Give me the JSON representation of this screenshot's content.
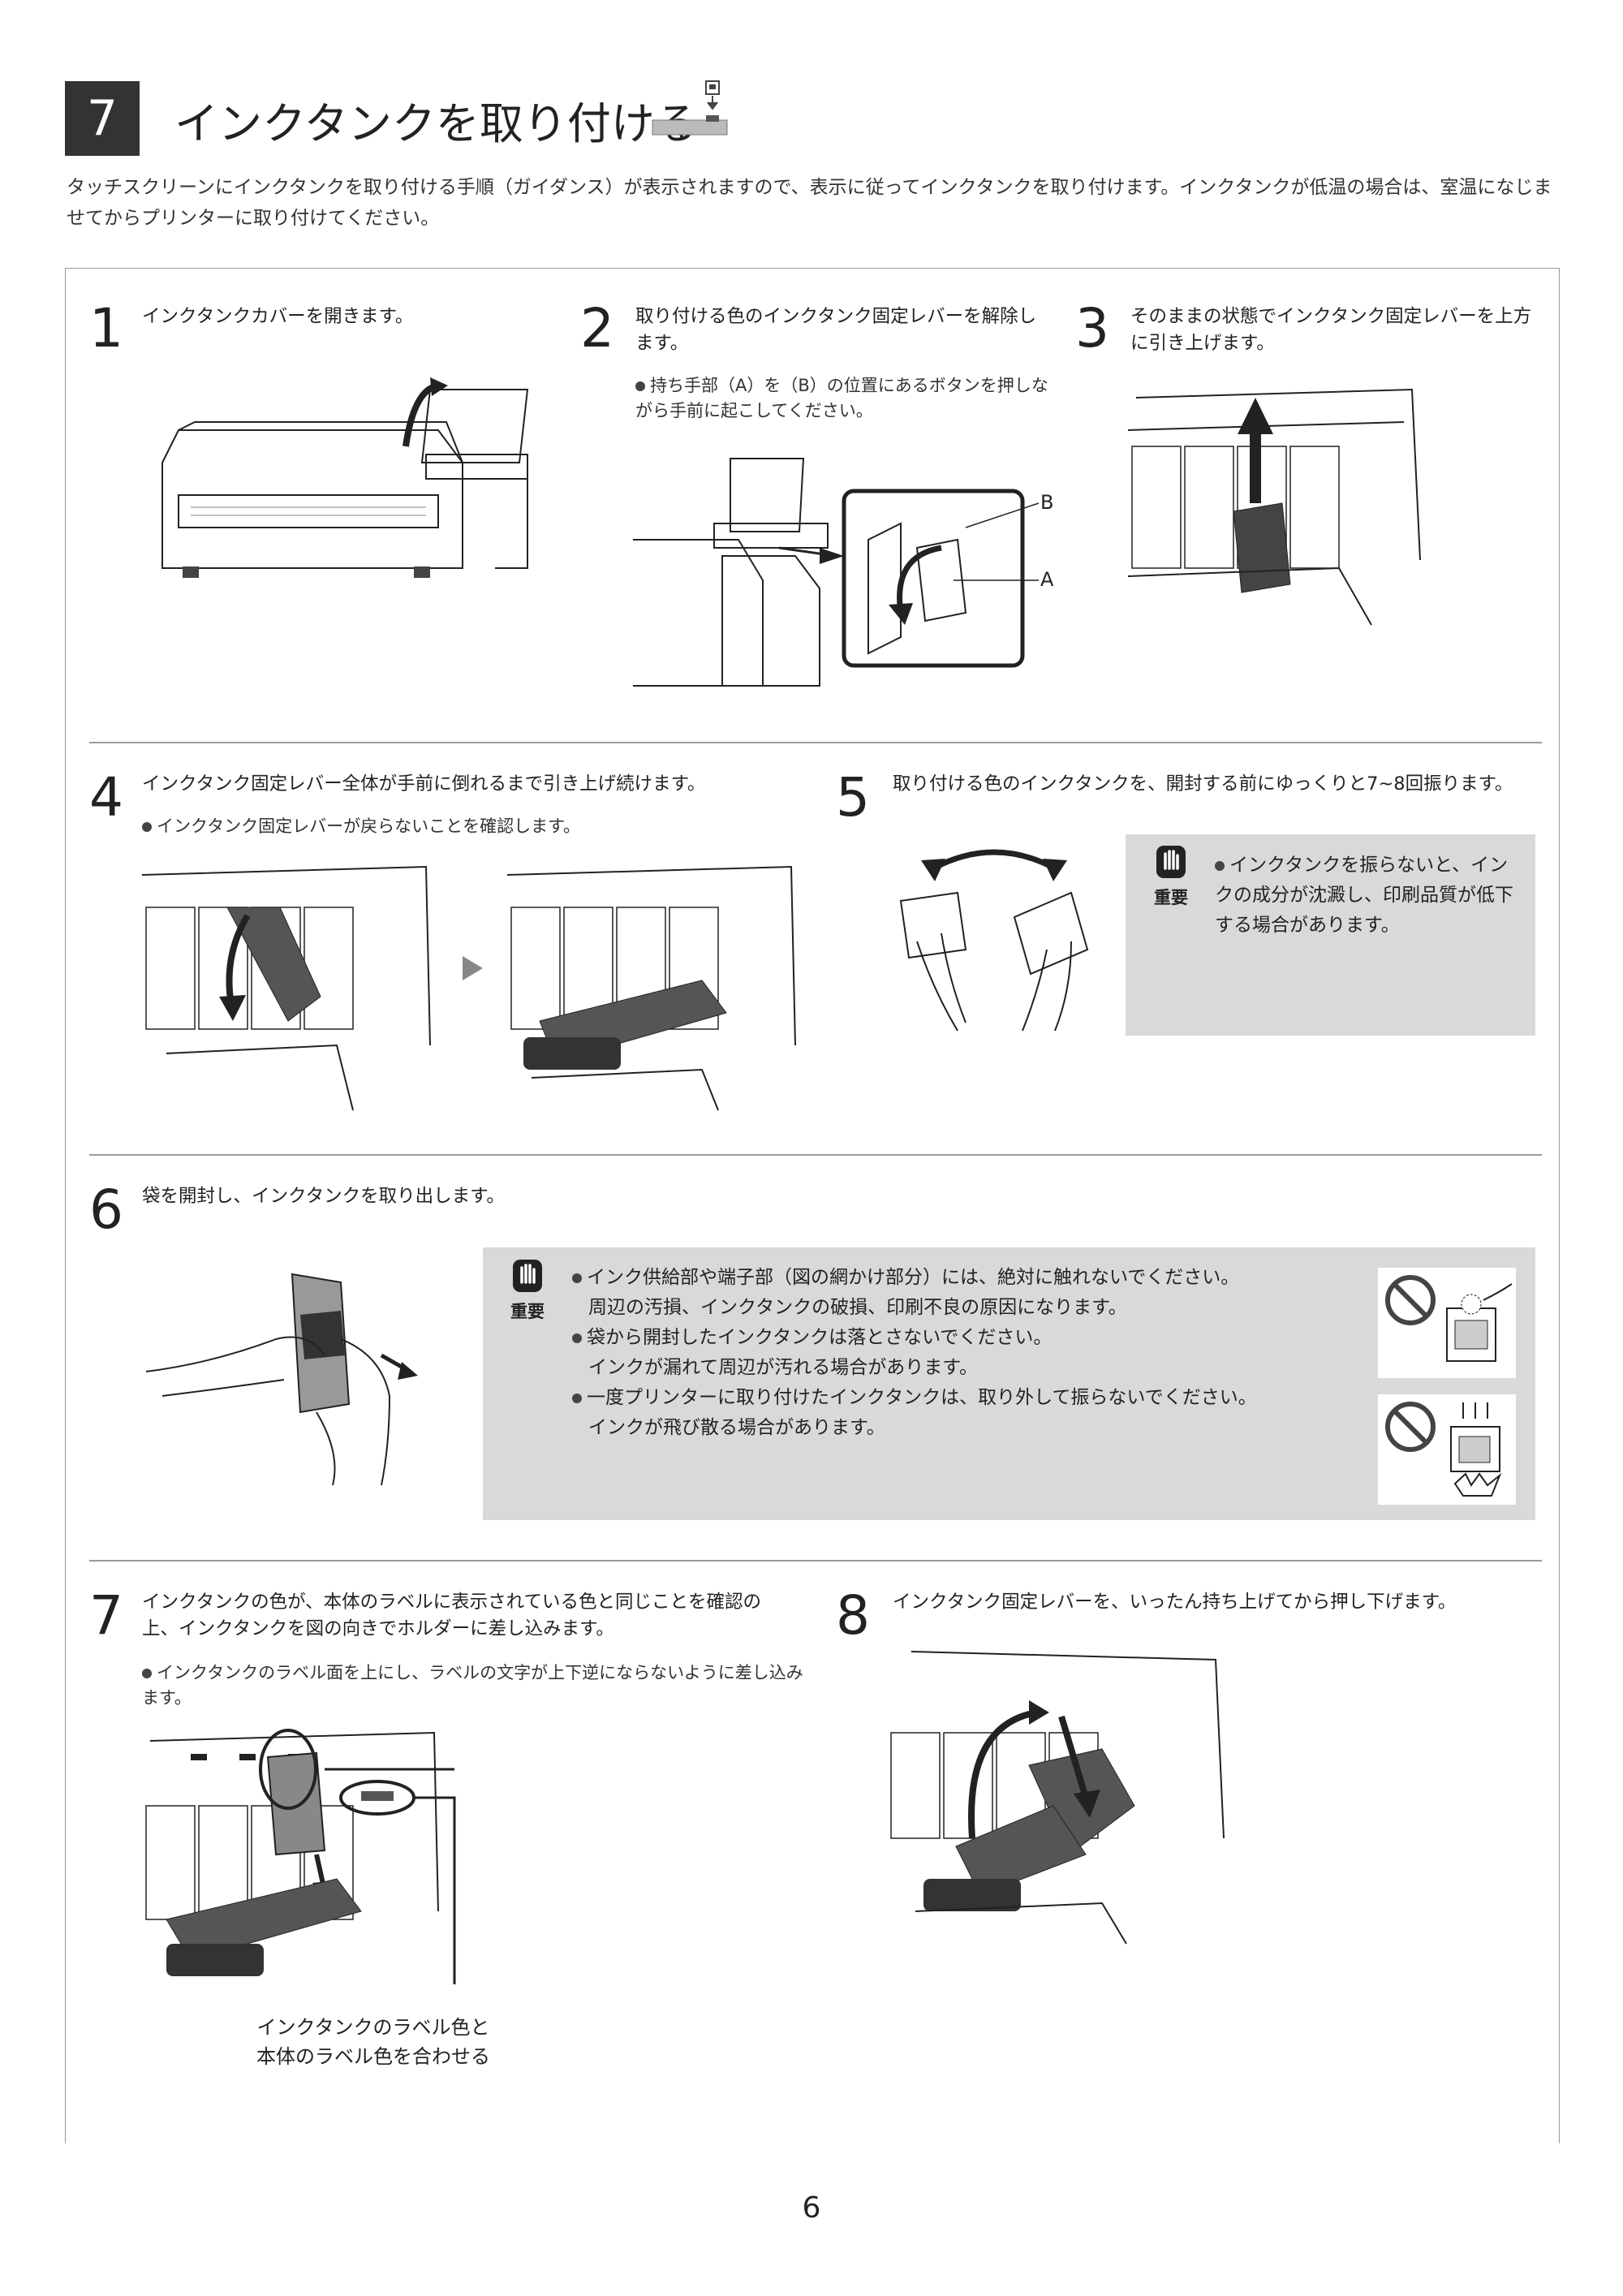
{
  "section": {
    "number": "7",
    "title": "インクタンクを取り付ける",
    "intro": "タッチスクリーンにインクタンクを取り付ける手順（ガイダンス）が表示されますので、表示に従ってインクタンクを取り付けます。インクタンクが低温の場合は、室温になじませてからプリンターに取り付けてください。"
  },
  "steps": [
    {
      "num": "1",
      "text": "インクタンクカバーを開きます。"
    },
    {
      "num": "2",
      "text": "取り付ける色のインクタンク固定レバーを解除します。",
      "bullet": "持ち手部（A）を（B）の位置にあるボタンを押しながら手前に起こしてください。",
      "label_a": "A",
      "label_b": "B"
    },
    {
      "num": "3",
      "text": "そのままの状態でインクタンク固定レバーを上方に引き上げます。"
    },
    {
      "num": "4",
      "text": "インクタンク固定レバー全体が手前に倒れるまで引き上げ続けます。",
      "bullet": "インクタンク固定レバーが戻らないことを確認します。"
    },
    {
      "num": "5",
      "text": "取り付ける色のインクタンクを、開封する前にゆっくりと7~8回振ります。"
    },
    {
      "num": "6",
      "text": "袋を開封し、インクタンクを取り出します。"
    },
    {
      "num": "7",
      "text": "インクタンクの色が、本体のラベルに表示されている色と同じことを確認の上、インクタンクを図の向きでホルダーに差し込みます。",
      "bullet": "インクタンクのラベル面を上にし、ラベルの文字が上下逆にならないように差し込みます。",
      "callout_line1": "インクタンクのラベル色と",
      "callout_line2": "本体のラベル色を合わせる"
    },
    {
      "num": "8",
      "text": "インクタンク固定レバーを、いったん持ち上げてから押し下げます。"
    }
  ],
  "note5": {
    "label": "重要",
    "text": "インクタンクを振らないと、インクの成分が沈澱し、印刷品質が低下する場合があります。"
  },
  "note6": {
    "label": "重要",
    "items": [
      {
        "line1": "インク供給部や端子部（図の網かけ部分）には、絶対に触れないでください。",
        "line2": "周辺の汚損、インクタンクの破損、印刷不良の原因になります。"
      },
      {
        "line1": "袋から開封したインクタンクは落とさないでください。",
        "line2": "インクが漏れて周辺が汚れる場合があります。"
      },
      {
        "line1": "一度プリンターに取り付けたインクタンクは、取り外して振らないでください。",
        "line2": "インクが飛び散る場合があります。"
      }
    ]
  },
  "page_number": "6",
  "colors": {
    "badge": "#333333",
    "note_bg": "#d9d9d9",
    "rule": "#9a9a9a"
  }
}
